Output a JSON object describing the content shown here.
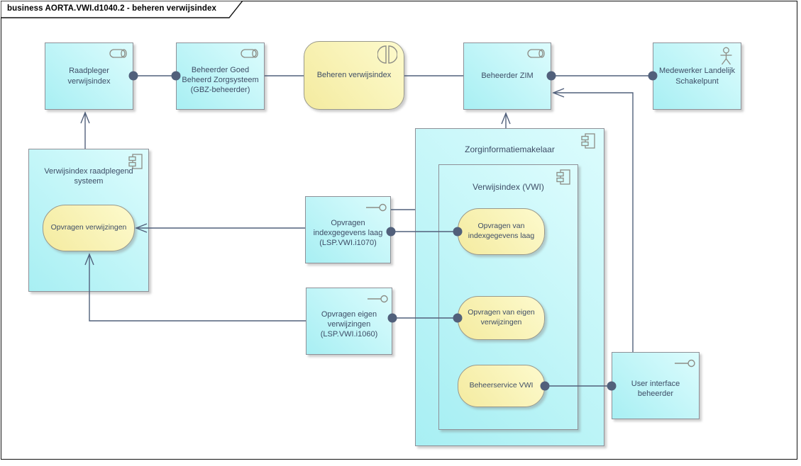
{
  "diagram": {
    "title": "business AORTA.VWI.d1040.2 - beheren verwijsindex"
  },
  "nodes": {
    "raadpleger": {
      "label": "Raadpleger verwijsindex",
      "icon": "business-role"
    },
    "gbz": {
      "label": "Beheerder Goed Beheerd Zorgsysteem (GBZ-beheerder)",
      "icon": "business-role"
    },
    "beheren": {
      "label": "Beheren verwijsindex",
      "icon": "business-interaction"
    },
    "zim": {
      "label": "Beheerder ZIM",
      "icon": "business-role"
    },
    "medewerker": {
      "label": "Medewerker Landelijk Schakelpunt",
      "icon": "business-actor"
    },
    "vrs": {
      "label": "Verwijsindex raadplegend systeem",
      "icon": "component"
    },
    "opvragen_verwijzingen": {
      "label": "Opvragen verwijzingen"
    },
    "i1070": {
      "label": "Opvragen indexgegevens laag (LSP.VWI.i1070)",
      "icon": "provided-interface"
    },
    "i1060": {
      "label": "Opvragen eigen verwijzingen (LSP.VWI.i1060)",
      "icon": "provided-interface"
    },
    "zim_container": {
      "label": "Zorginformatiemakelaar",
      "icon": "component"
    },
    "vwi": {
      "label": "Verwijsindex (VWI)",
      "icon": "component"
    },
    "oval_index": {
      "label": "Opvragen van indexgegevens laag"
    },
    "oval_eigen": {
      "label": "Opvragen van eigen verwijzingen"
    },
    "oval_beheer": {
      "label": "Beheerservice VWI"
    },
    "uib": {
      "label": "User interface beheerder",
      "icon": "provided-interface"
    }
  },
  "colors": {
    "node_fill_cyan": "#c9f7f9",
    "node_fill_yellow": "#fbf6b4",
    "node_border": "#8e9097",
    "connector": "#51607b",
    "text": "#3e4d66",
    "title_text": "#000000",
    "background": "#ffffff"
  }
}
